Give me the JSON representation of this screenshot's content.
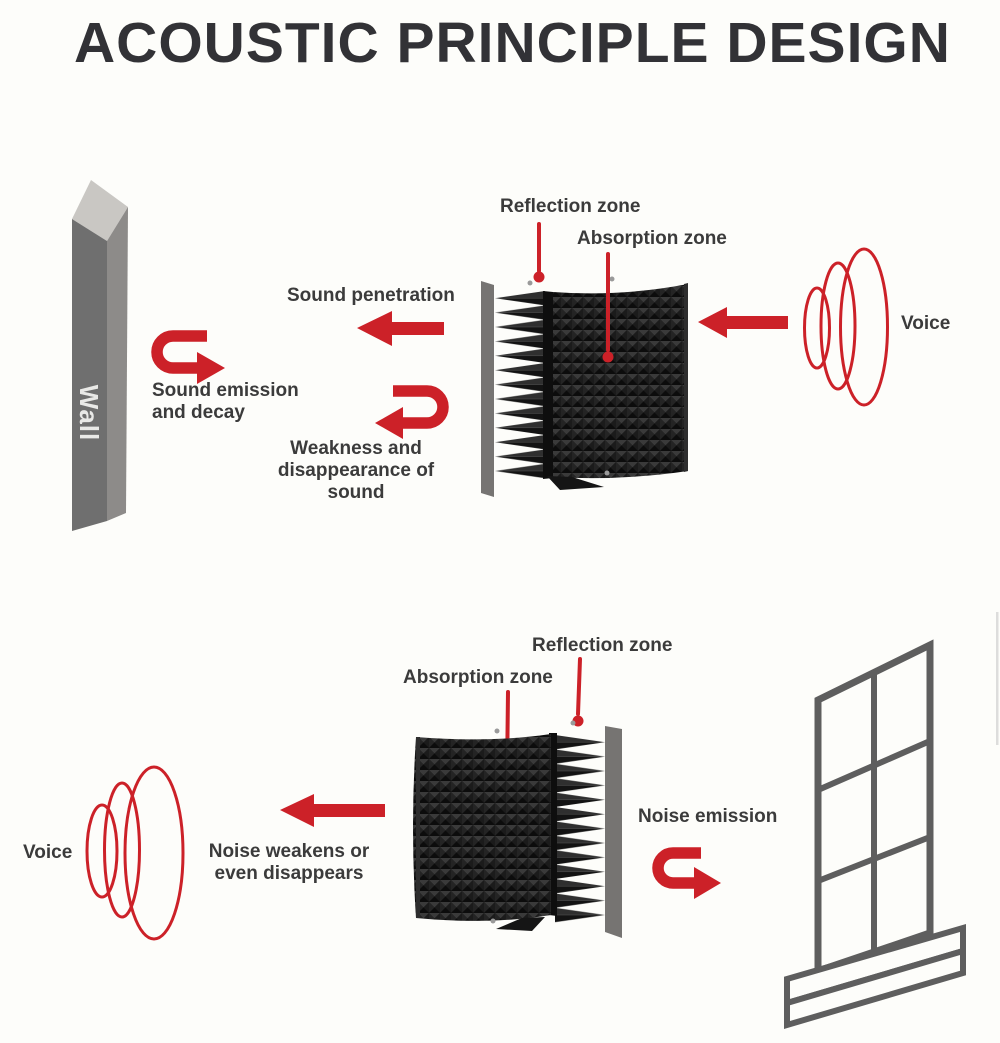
{
  "title": "ACOUSTIC PRINCIPLE DESIGN",
  "top_diagram": {
    "wall_label": "Wall",
    "reflection_zone": "Reflection zone",
    "absorption_zone": "Absorption zone",
    "sound_penetration": "Sound penetration",
    "sound_emission_line1": "Sound emission",
    "sound_emission_line2": "and decay",
    "weakness_line1": "Weakness and",
    "weakness_line2": "disappearance of sound",
    "voice": "Voice"
  },
  "bottom_diagram": {
    "reflection_zone": "Reflection zone",
    "absorption_zone": "Absorption zone",
    "noise_weakens_line1": "Noise weakens or",
    "noise_weakens_line2": "even disappears",
    "noise_emission": "Noise emission",
    "voice": "Voice"
  },
  "colors": {
    "accent_red": "#cc2128",
    "label_text": "#3b3b3b",
    "title_text": "#323236",
    "wall_front_gray": "#6f6f6f",
    "wall_side_gray": "#8d8b89",
    "wall_top_gray": "#c9c7c3",
    "window_frame_gray": "#5e5e5e",
    "foam_dark": "#151515",
    "shield_edge_gray": "#767472"
  }
}
